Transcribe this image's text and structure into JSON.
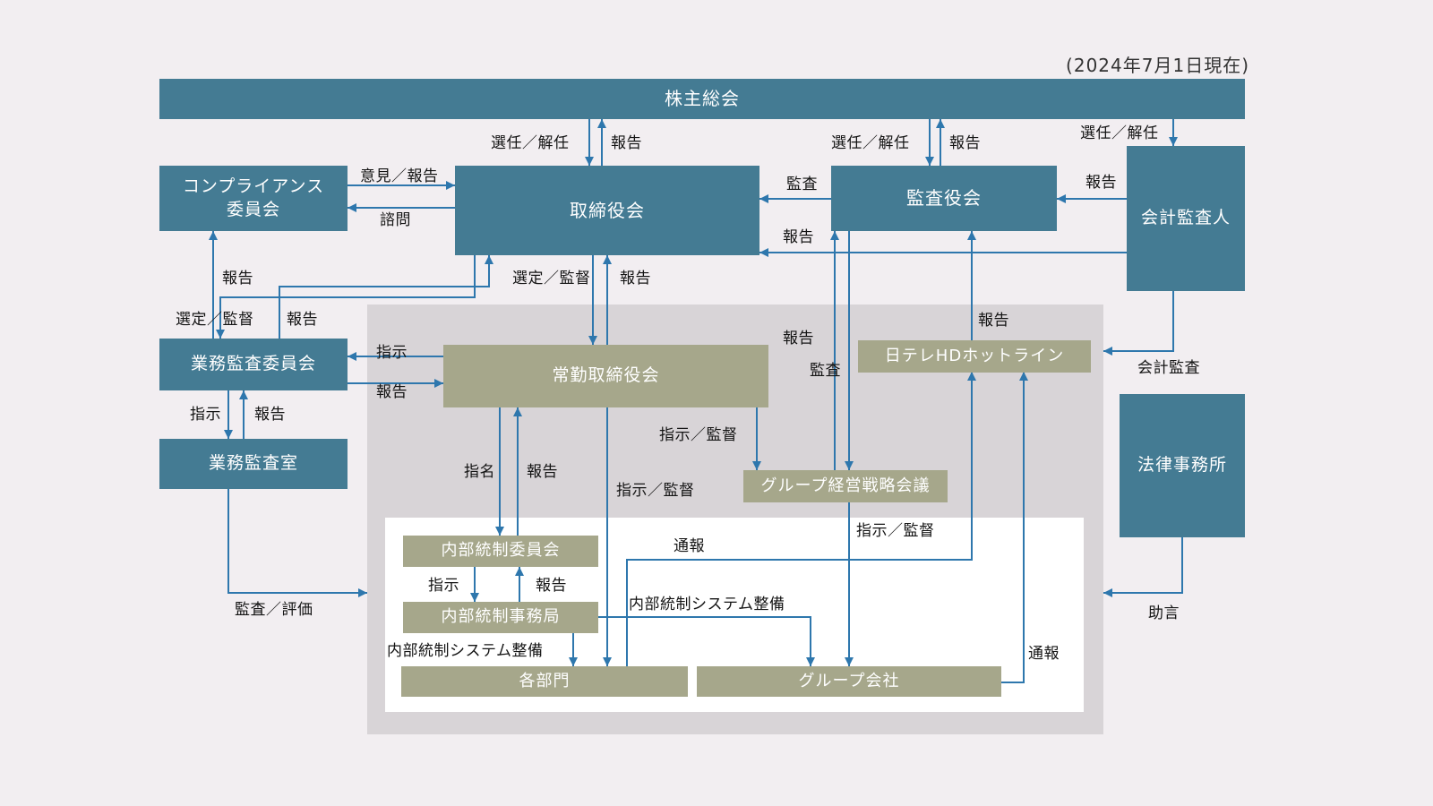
{
  "meta": {
    "date_note": "(2024年7月1日現在)"
  },
  "colors": {
    "background": "#f2eef1",
    "teal_box": "#447b93",
    "olive_box": "#a6a78b",
    "gray_panel": "#d8d4d7",
    "white_panel": "#ffffff",
    "arrow": "#2e77ad"
  },
  "nodes": {
    "shareholders": {
      "label": "株主総会"
    },
    "compliance_committee": {
      "label": "コンプライアンス\n委員会"
    },
    "board_of_directors": {
      "label": "取締役会"
    },
    "audit_board": {
      "label": "監査役会"
    },
    "accounting_auditor": {
      "label": "会計監査人"
    },
    "operations_audit_committee": {
      "label": "業務監査委員会"
    },
    "operations_audit_office": {
      "label": "業務監査室"
    },
    "standing_directors_board": {
      "label": "常勤取締役会"
    },
    "hotline": {
      "label": "日テレHDホットライン"
    },
    "group_strategy_meeting": {
      "label": "グループ経営戦略会議"
    },
    "internal_control_committee": {
      "label": "内部統制委員会"
    },
    "internal_control_office": {
      "label": "内部統制事務局"
    },
    "departments": {
      "label": "各部門"
    },
    "group_companies": {
      "label": "グループ会社"
    },
    "law_firm": {
      "label": "法律事務所"
    }
  },
  "edge_labels": {
    "appoint_dismiss": "選任／解任",
    "report": "報告",
    "opinion_report": "意見／報告",
    "consult": "諮問",
    "audit": "監査",
    "select_supervise": "選定／監督",
    "instruct": "指示",
    "instruct_supervise": "指示／監督",
    "nominate": "指名",
    "whistleblow": "通報",
    "ics_development": "内部統制システム整備",
    "audit_evaluate": "監査／評価",
    "accounting_audit": "会計監査",
    "advice": "助言"
  }
}
